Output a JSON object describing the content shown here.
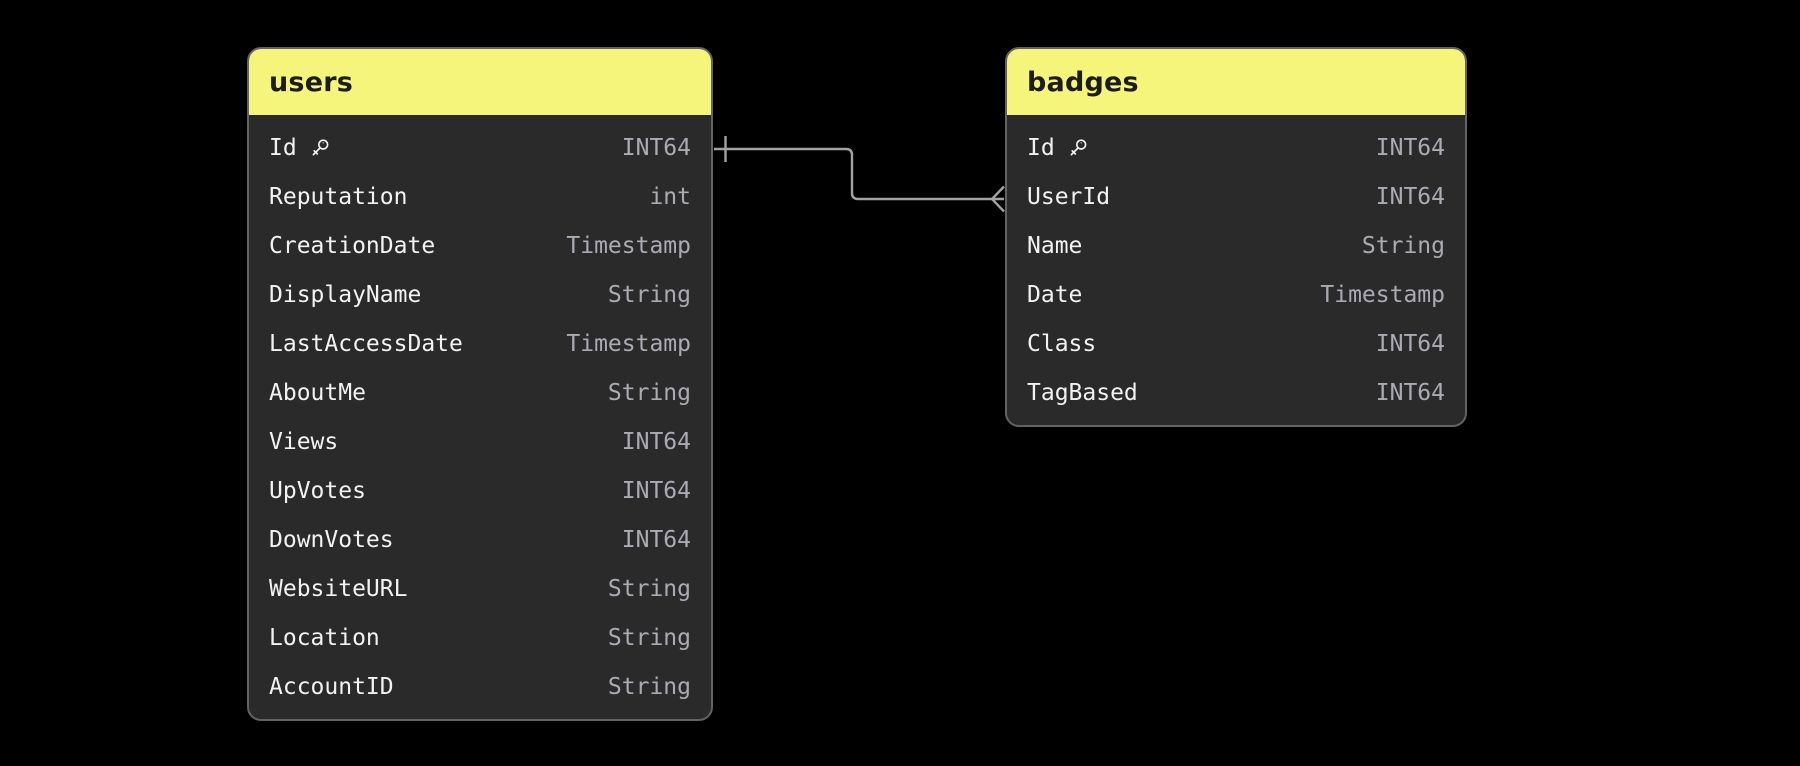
{
  "canvas": {
    "background": "#000000"
  },
  "colors": {
    "header_bg": "#F5F57B",
    "header_text": "#1C1C1C",
    "table_bg": "#2A2A2B",
    "table_border": "#626267",
    "field_text": "#F2F2F3",
    "type_text": "#ABABB3",
    "relation_line": "#A2A2A2",
    "canvas_bg": "#000000"
  },
  "tables": [
    {
      "name": "users",
      "fields": [
        {
          "name": "Id",
          "type": "INT64",
          "primary_key": true
        },
        {
          "name": "Reputation",
          "type": "int",
          "primary_key": false
        },
        {
          "name": "CreationDate",
          "type": "Timestamp",
          "primary_key": false
        },
        {
          "name": "DisplayName",
          "type": "String",
          "primary_key": false
        },
        {
          "name": "LastAccessDate",
          "type": "Timestamp",
          "primary_key": false
        },
        {
          "name": "AboutMe",
          "type": "String",
          "primary_key": false
        },
        {
          "name": "Views",
          "type": "INT64",
          "primary_key": false
        },
        {
          "name": "UpVotes",
          "type": "INT64",
          "primary_key": false
        },
        {
          "name": "DownVotes",
          "type": "INT64",
          "primary_key": false
        },
        {
          "name": "WebsiteURL",
          "type": "String",
          "primary_key": false
        },
        {
          "name": "Location",
          "type": "String",
          "primary_key": false
        },
        {
          "name": "AccountID",
          "type": "String",
          "primary_key": false
        }
      ]
    },
    {
      "name": "badges",
      "fields": [
        {
          "name": "Id",
          "type": "INT64",
          "primary_key": true
        },
        {
          "name": "UserId",
          "type": "INT64",
          "primary_key": false
        },
        {
          "name": "Name",
          "type": "String",
          "primary_key": false
        },
        {
          "name": "Date",
          "type": "Timestamp",
          "primary_key": false
        },
        {
          "name": "Class",
          "type": "INT64",
          "primary_key": false
        },
        {
          "name": "TagBased",
          "type": "INT64",
          "primary_key": false
        }
      ]
    }
  ],
  "relationships": [
    {
      "from_table": "users",
      "from_field": "Id",
      "to_table": "badges",
      "to_field": "UserId",
      "cardinality": "one-to-many"
    }
  ],
  "icons": {
    "primary_key": "key-icon",
    "one_side_marker": "one-cardinality-tick",
    "many_side_marker": "crow-foot-many"
  }
}
